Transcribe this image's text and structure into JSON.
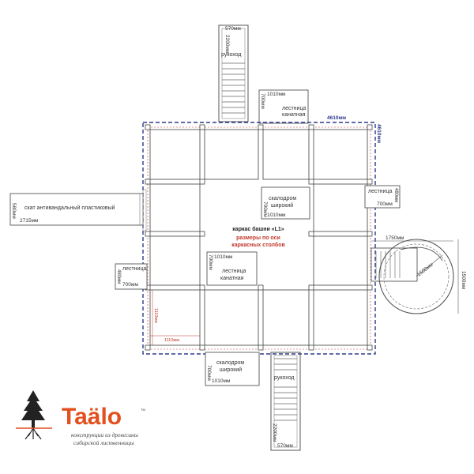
{
  "frame": {
    "title": "каркас башни «L1»",
    "note_line1": "размеры по оси",
    "note_line2": "каркасных столбов",
    "width_dim": "4610мм",
    "height_dim": "4610мм",
    "cell_dim_h": "1110мм",
    "cell_dim_v": "1110мм"
  },
  "top_ladder": {
    "width": "570мм",
    "length": "2200мм",
    "label": "рукоход"
  },
  "bottom_ladder": {
    "width": "570мм",
    "length": "2200мм",
    "label": "рукоход"
  },
  "rope_ladder_top": {
    "width": "1010мм",
    "height": "700мм",
    "line1": "лестница",
    "line2": "канатная"
  },
  "climbing_wall_center": {
    "width": "1010мм",
    "height": "700мм",
    "line1": "скалодром",
    "line2": "широкий"
  },
  "rope_ladder_center": {
    "width": "1010мм",
    "height": "700мм",
    "line1": "лестница",
    "line2": "канатная"
  },
  "climbing_wall_bottom": {
    "width": "1010мм",
    "height": "700мм",
    "line1": "скалодром",
    "line2": "широкий"
  },
  "slide": {
    "label": "скат антивандальный пластиковый",
    "width": "580мм",
    "length": "2715мм"
  },
  "stairs_right": {
    "label": "лестница",
    "width": "480мм",
    "length": "700мм"
  },
  "stairs_left": {
    "label": "лестница",
    "width": "480мм",
    "length": "700мм"
  },
  "spiral_slide": {
    "width": "1750мм",
    "height": "1500мм",
    "diameter": "1500мм"
  },
  "logo": {
    "brand": "Taälo",
    "tm": "TM",
    "tagline1": "конструкции из древесины",
    "tagline2": "сибирской лиственницы"
  },
  "colors": {
    "frame_dash": "#2b3a8c",
    "axis_red": "#c0392b",
    "line": "#555555",
    "brand": "#e2501e"
  }
}
